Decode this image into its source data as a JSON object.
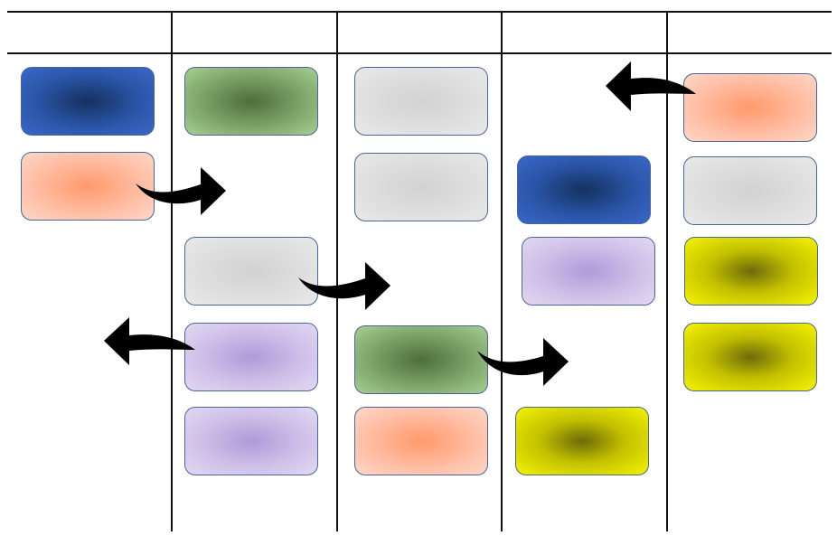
{
  "board": {
    "columns": [
      {
        "id": "col-1",
        "title": ""
      },
      {
        "id": "col-2",
        "title": ""
      },
      {
        "id": "col-3",
        "title": ""
      },
      {
        "id": "col-4",
        "title": ""
      },
      {
        "id": "col-5",
        "title": ""
      }
    ],
    "card_colors": {
      "blue": "#2a55a8",
      "green": "#7ea46a",
      "gray": "#dedede",
      "salmon": "#ffbca2",
      "purple": "#cfc0e8",
      "yellow": "#f5f300",
      "border": "#4a6596",
      "arrow": "#000000"
    },
    "cards": [
      {
        "column": 1,
        "color": "blue"
      },
      {
        "column": 1,
        "color": "salmon"
      },
      {
        "column": 2,
        "color": "green"
      },
      {
        "column": 2,
        "color": "gray"
      },
      {
        "column": 2,
        "color": "purple"
      },
      {
        "column": 2,
        "color": "purple"
      },
      {
        "column": 3,
        "color": "gray"
      },
      {
        "column": 3,
        "color": "gray"
      },
      {
        "column": 3,
        "color": "green"
      },
      {
        "column": 3,
        "color": "salmon"
      },
      {
        "column": 4,
        "color": "blue"
      },
      {
        "column": 4,
        "color": "purple"
      },
      {
        "column": 4,
        "color": "yellow"
      },
      {
        "column": 5,
        "color": "salmon"
      },
      {
        "column": 5,
        "color": "gray"
      },
      {
        "column": 5,
        "color": "yellow"
      },
      {
        "column": 5,
        "color": "yellow"
      }
    ],
    "arrows": [
      {
        "direction": "right",
        "from_column": 1,
        "to_column": 2
      },
      {
        "direction": "right",
        "from_column": 2,
        "to_column": 3
      },
      {
        "direction": "left",
        "from_column": 2,
        "to_column": 1
      },
      {
        "direction": "right",
        "from_column": 3,
        "to_column": 4
      },
      {
        "direction": "left",
        "from_column": 5,
        "to_column": 4
      }
    ]
  }
}
